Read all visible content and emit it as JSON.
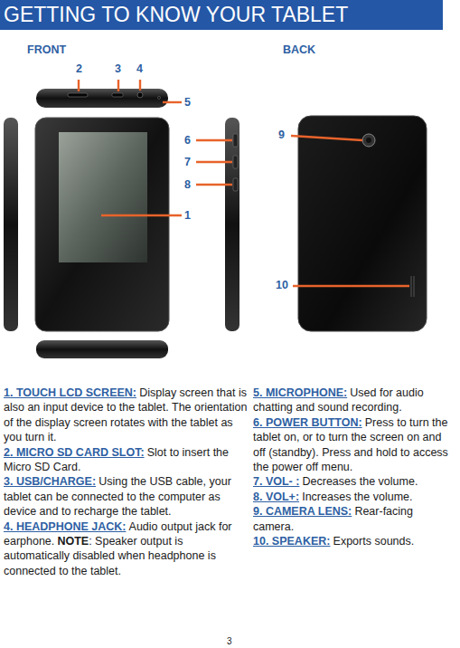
{
  "diagram": {
    "title": "GETTING TO KNOW YOUR TABLET",
    "labels": [
      "FRONT",
      "BACK",
      "2",
      "3",
      "4",
      "5",
      "6",
      "7",
      "8",
      "1",
      "9",
      "10",
      "1. TOUCH LCD SCREEN:",
      "Display screen that is also an input device to the tablet. The orientation of the display screen rotates with the tablet as you turn it.",
      "2. MICRO SD CARD SLOT:",
      "Slot to insert the Micro SD Card.",
      "3. USB/CHARGE:",
      "Using the USB cable, your tablet can be connected to the computer as device and to recharge the tablet.",
      "4. HEADPHONE JACK:",
      "Audio output jack for earphone.",
      "NOTE",
      ": Speaker output is automatically disabled when headphone is connected to the tablet.",
      "5. MICROPHONE:",
      "Used for audio chatting and sound recording.",
      "6. POWER BUTTON:",
      "Press to turn the tablet on, or to turn the screen on and off (standby). Press and hold to access the power off menu.",
      "7. VOL- :",
      "Decreases the volume.",
      "8. VOL+:",
      "Increases the volume.",
      "9. CAMERA LENS:",
      "Rear-facing camera.",
      "10. SPEAKER:",
      "Exports sounds.",
      "3"
    ]
  }
}
